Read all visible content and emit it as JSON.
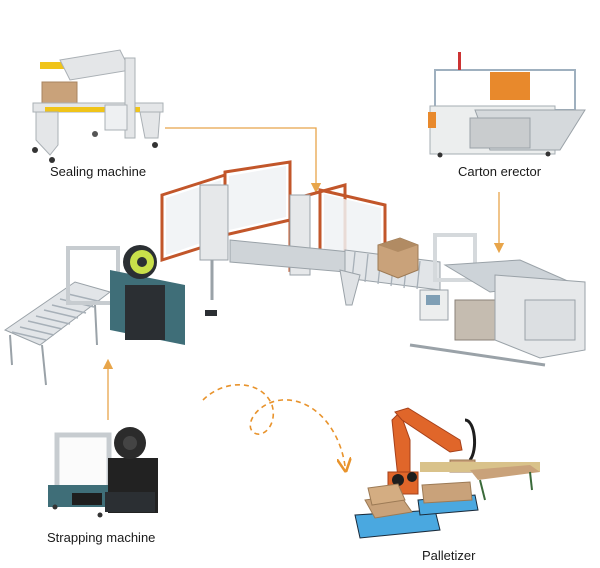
{
  "diagram": {
    "type": "packaging-line-flow",
    "nodes": [
      {
        "id": "sealing",
        "label": "Sealing machine"
      },
      {
        "id": "carton",
        "label": "Carton erector"
      },
      {
        "id": "strapping",
        "label": "Strapping machine"
      },
      {
        "id": "palletizer",
        "label": "Palletizer"
      },
      {
        "id": "line",
        "label": ""
      }
    ],
    "edges": [
      {
        "from": "sealing",
        "to": "line",
        "style": "solid"
      },
      {
        "from": "carton",
        "to": "line",
        "style": "solid"
      },
      {
        "from": "strapping",
        "to": "line",
        "style": "solid"
      },
      {
        "from": "line",
        "to": "palletizer",
        "style": "dashed"
      }
    ]
  },
  "labels": {
    "sealing": "Sealing machine",
    "carton": "Carton erector",
    "strapping": "Strapping machine",
    "palletizer": "Palletizer"
  },
  "colors": {
    "arrow": "#e8a54a",
    "dashed_arrow": "#e8932c",
    "frame_orange": "#c2562a",
    "steel": "#d9dde0",
    "box": "#c9a27a",
    "teal": "#3f6e78",
    "robot": "#e0662a",
    "pallet": "#4aa8e0"
  }
}
